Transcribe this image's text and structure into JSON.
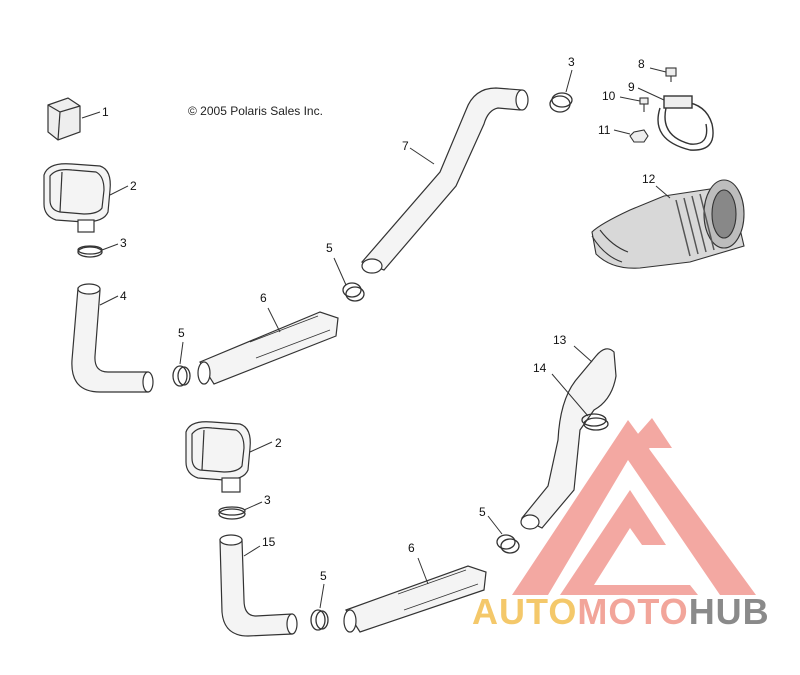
{
  "copyright": "© 2005 Polaris Sales Inc.",
  "callouts": [
    {
      "id": "c1",
      "text": "1"
    },
    {
      "id": "c2a",
      "text": "2"
    },
    {
      "id": "c3a",
      "text": "3"
    },
    {
      "id": "c4",
      "text": "4"
    },
    {
      "id": "c5a",
      "text": "5"
    },
    {
      "id": "c6a",
      "text": "6"
    },
    {
      "id": "c5b",
      "text": "5"
    },
    {
      "id": "c7",
      "text": "7"
    },
    {
      "id": "c3b",
      "text": "3"
    },
    {
      "id": "c8",
      "text": "8"
    },
    {
      "id": "c9",
      "text": "9"
    },
    {
      "id": "c10",
      "text": "10"
    },
    {
      "id": "c11",
      "text": "11"
    },
    {
      "id": "c12",
      "text": "12"
    },
    {
      "id": "c13",
      "text": "13"
    },
    {
      "id": "c14",
      "text": "14"
    },
    {
      "id": "c2b",
      "text": "2"
    },
    {
      "id": "c3c",
      "text": "3"
    },
    {
      "id": "c15",
      "text": "15"
    },
    {
      "id": "c5c",
      "text": "5"
    },
    {
      "id": "c6b",
      "text": "6"
    },
    {
      "id": "c5d",
      "text": "5"
    }
  ],
  "watermark": {
    "part1": "AUTO",
    "part2": "MOTO",
    "part3": "HUB"
  },
  "colors": {
    "line": "#333333",
    "watermark_red": "#f08c84",
    "watermark_yellow": "#f4c86a",
    "watermark_grey": "#8a8a8a"
  }
}
